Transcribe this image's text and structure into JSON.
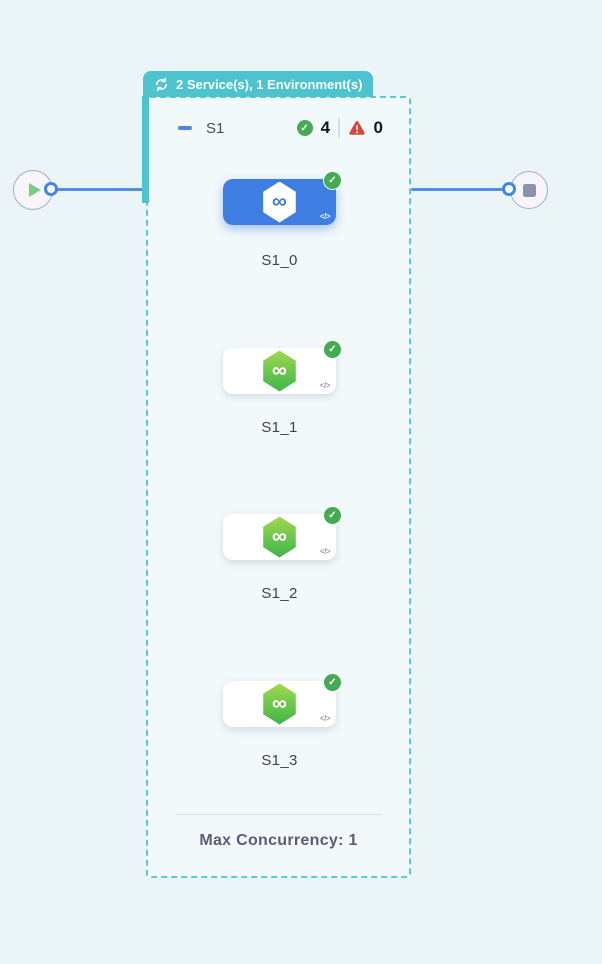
{
  "header_badge": {
    "icon": "loop-icon",
    "label": "2 Service(s), 1 Environment(s)"
  },
  "stage": {
    "name": "S1",
    "success_count": "4",
    "failed_count": "0",
    "max_concurrency_label": "Max Concurrency: 1",
    "nodes": [
      {
        "label": "S1_0",
        "selected": true,
        "status": "success"
      },
      {
        "label": "S1_1",
        "selected": false,
        "status": "success"
      },
      {
        "label": "S1_2",
        "selected": false,
        "status": "success"
      },
      {
        "label": "S1_3",
        "selected": false,
        "status": "success"
      }
    ]
  },
  "glyphs": {
    "infinity": "∞",
    "check": "✓",
    "code": "</>"
  },
  "colors": {
    "background": "#ebf5f8",
    "teal_badge": "#4cc3cd",
    "teal_dashed_border": "#54cbd5",
    "edge_blue": "#4f8fe8",
    "selected_node_blue": "#3e7ee3",
    "success_green": "#44ab53",
    "hex_green_top": "#9fd84f",
    "hex_green_bottom": "#3cb54a",
    "warning_red": "#d9473c",
    "count_text": "#14162a",
    "footer_text": "#5b5e73"
  }
}
